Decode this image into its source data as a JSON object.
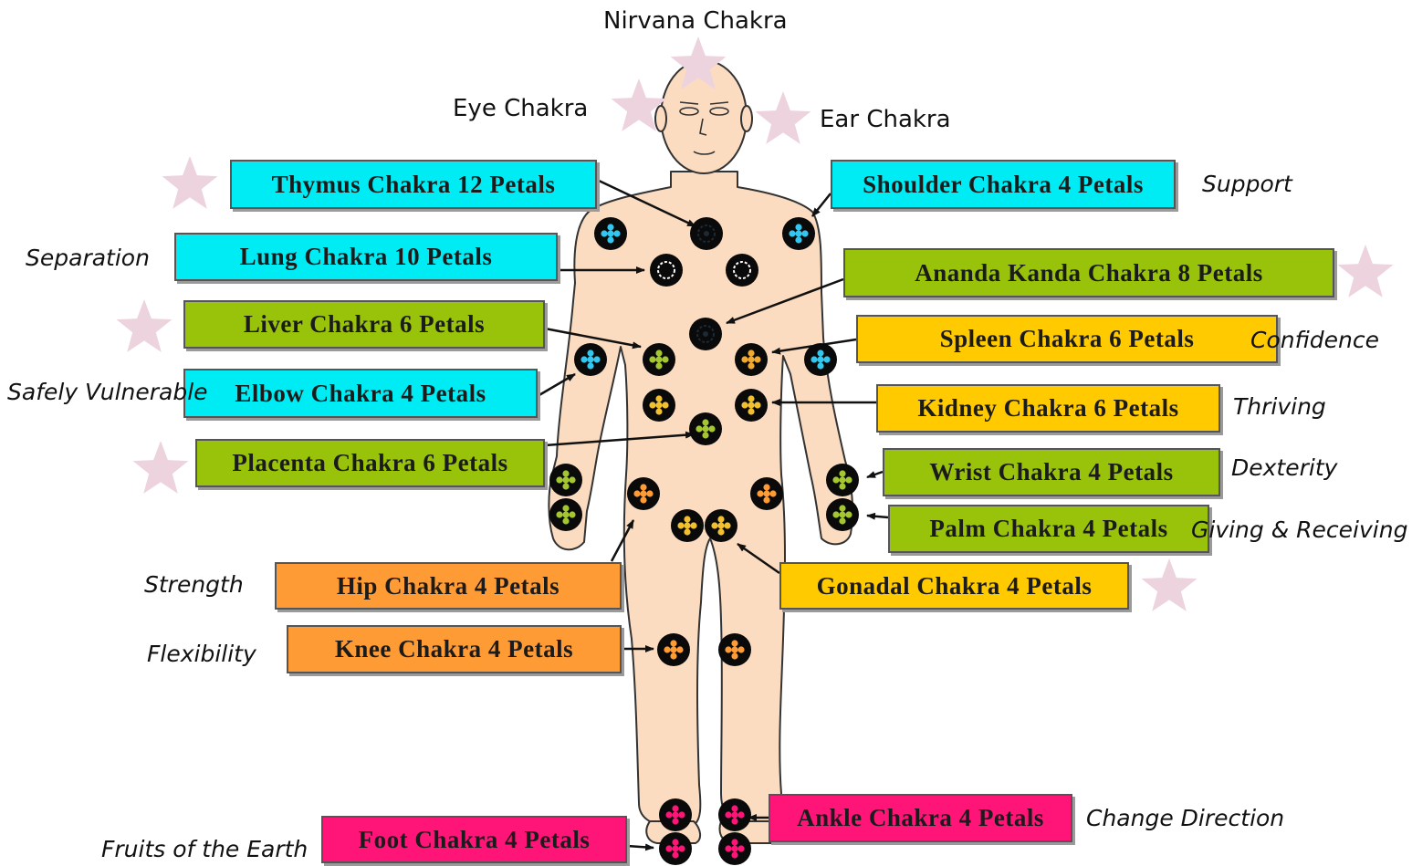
{
  "head_chakras": {
    "nirvana": "Nirvana Chakra",
    "eye": "Eye Chakra",
    "ear": "Ear Chakra"
  },
  "chakra_boxes": {
    "thymus": "Thymus Chakra 12 Petals",
    "shoulder": "Shoulder Chakra 4 Petals",
    "lung": "Lung Chakra 10 Petals",
    "ananda_kanda": "Ananda Kanda Chakra 8 Petals",
    "liver": "Liver Chakra 6 Petals",
    "spleen": "Spleen Chakra 6 Petals",
    "elbow": "Elbow Chakra 4 Petals",
    "kidney": "Kidney Chakra 6 Petals",
    "placenta": "Placenta Chakra 6 Petals",
    "wrist": "Wrist Chakra 4 Petals",
    "palm": "Palm Chakra 4 Petals",
    "hip": "Hip Chakra 4 Petals",
    "gonadal": "Gonadal Chakra 4 Petals",
    "knee": "Knee Chakra 4 Petals",
    "ankle": "Ankle Chakra 4 Petals",
    "foot": "Foot Chakra 4 Petals"
  },
  "qualities": {
    "support": "Support",
    "separation": "Separation",
    "confidence": "Confidence",
    "safely_vulnerable": "Safely Vulnerable",
    "thriving": "Thriving",
    "dexterity": "Dexterity",
    "giving_receiving": "Giving & Receiving",
    "strength": "Strength",
    "flexibility": "Flexibility",
    "change_direction": "Change Direction",
    "fruits_of_earth": "Fruits of the Earth"
  },
  "colors": {
    "skin": "#fcdcc0",
    "star": "#ecd3de",
    "cyan_box": "#00ecf4",
    "green_box": "#99c30a",
    "yellow_box": "#ffca00",
    "orange_box": "#ff9b34",
    "pink_box": "#ff1478"
  }
}
